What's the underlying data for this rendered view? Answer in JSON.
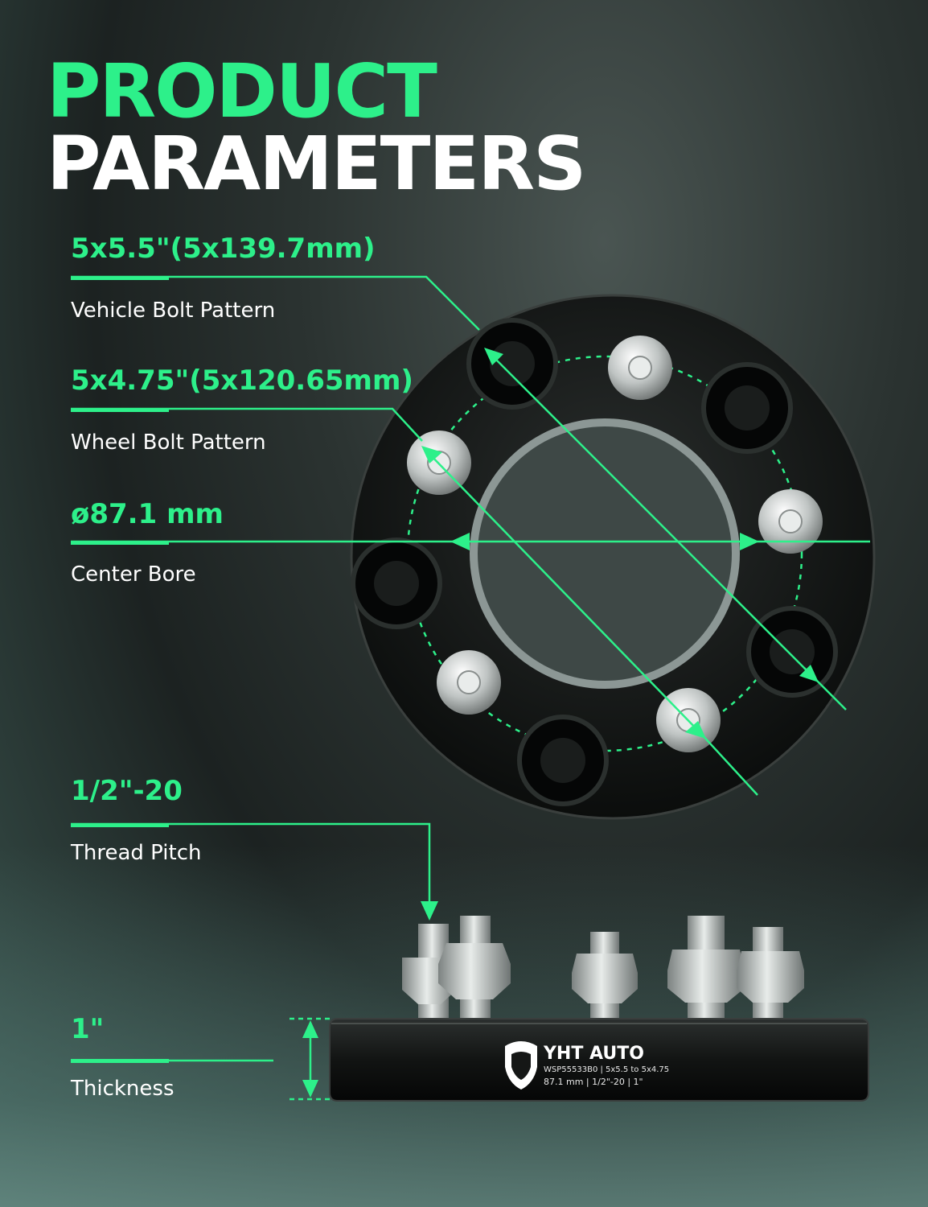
{
  "colors": {
    "accent": "#2df08a",
    "text": "#ffffff",
    "spacer": "#111312"
  },
  "title": {
    "line1": "PRODUCT",
    "line2": "PARAMETERS"
  },
  "params": [
    {
      "value": "5x5.5\"(5x139.7mm)",
      "label": "Vehicle Bolt Pattern"
    },
    {
      "value": "5x4.75\"(5x120.65mm)",
      "label": "Wheel Bolt Pattern"
    },
    {
      "value": "ø87.1 mm",
      "label": "Center Bore"
    },
    {
      "value": "1/2\"-20",
      "label": "Thread Pitch"
    },
    {
      "value": "1\"",
      "label": "Thickness"
    }
  ],
  "engraving": {
    "brand": "YHT AUTO",
    "line1": "WSP55533B0 | 5x5.5 to 5x4.75",
    "line2": "87.1 mm  |  1/2\"-20  |  1\""
  },
  "icons": [
    "lion-logo-icon",
    "arrow-icon"
  ]
}
